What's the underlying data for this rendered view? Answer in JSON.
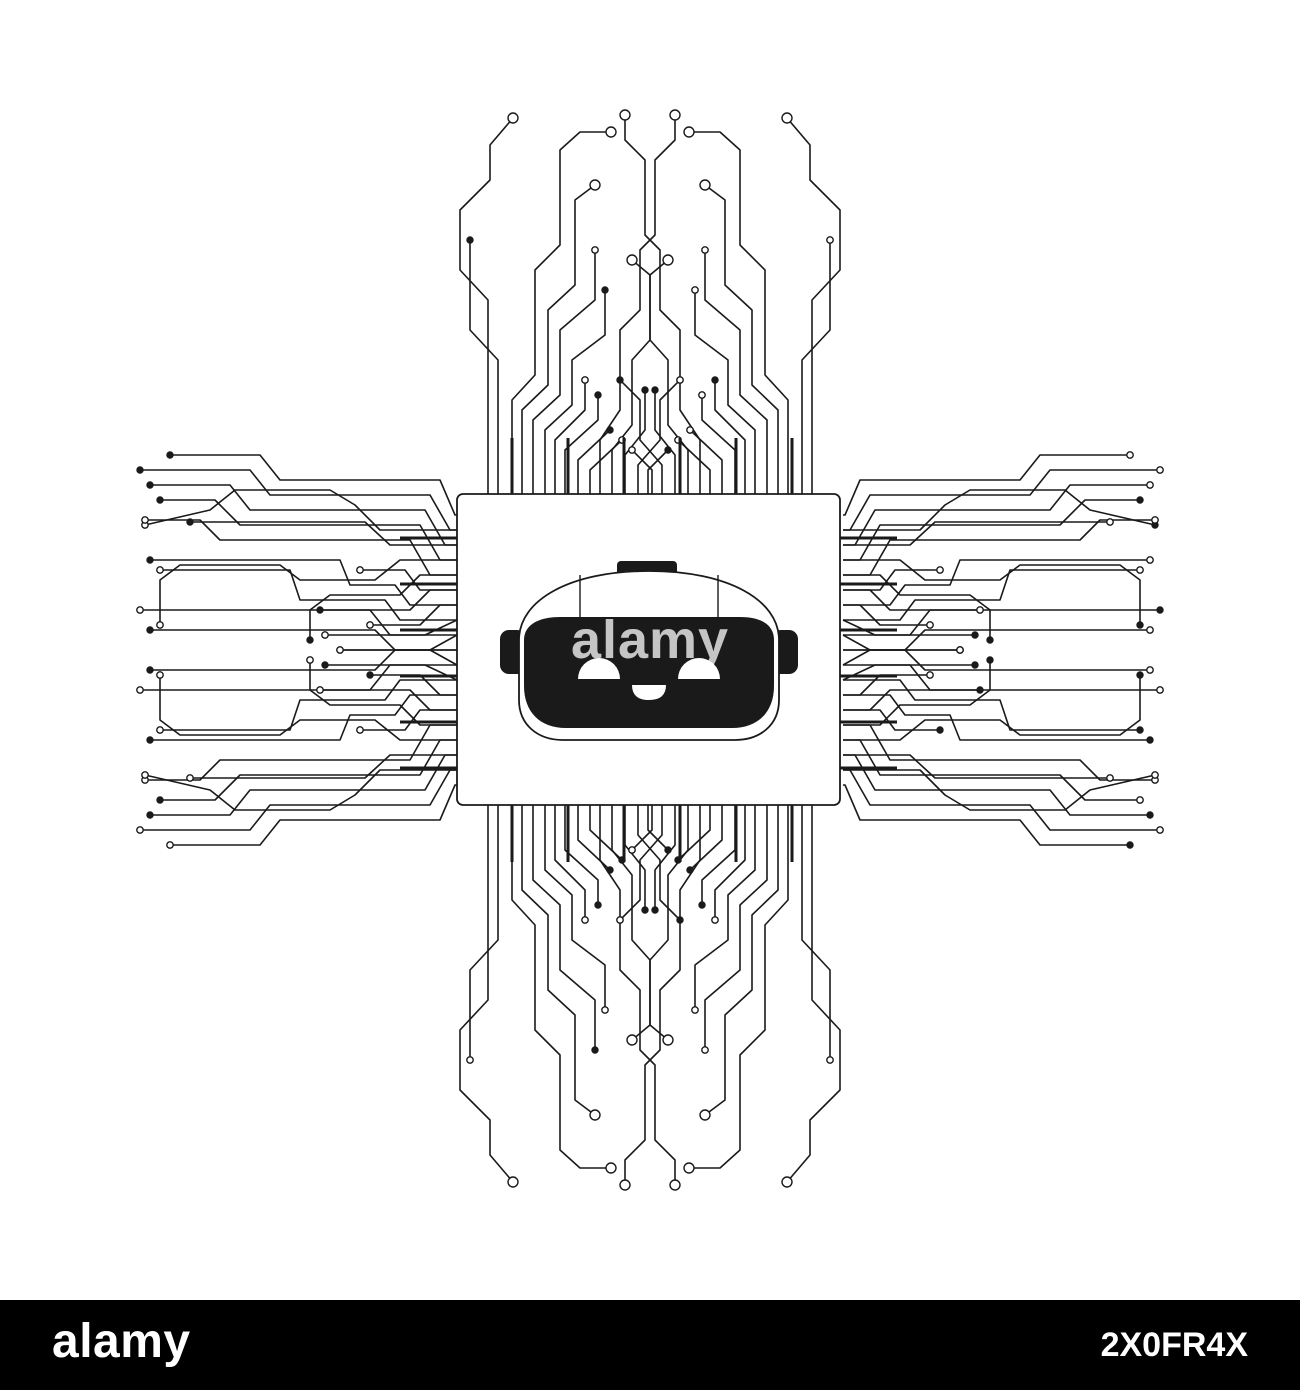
{
  "image": {
    "subject": "robot-head-on-circuit-chip",
    "colors": {
      "line": "#1a1a1a",
      "fill": "#ffffff",
      "visor": "#1a1a1a"
    }
  },
  "watermark": {
    "text": "alamy"
  },
  "footer": {
    "logo_text": "alamy",
    "image_id": "2X0FR4X",
    "background": "#000000",
    "text_color": "#ffffff"
  }
}
